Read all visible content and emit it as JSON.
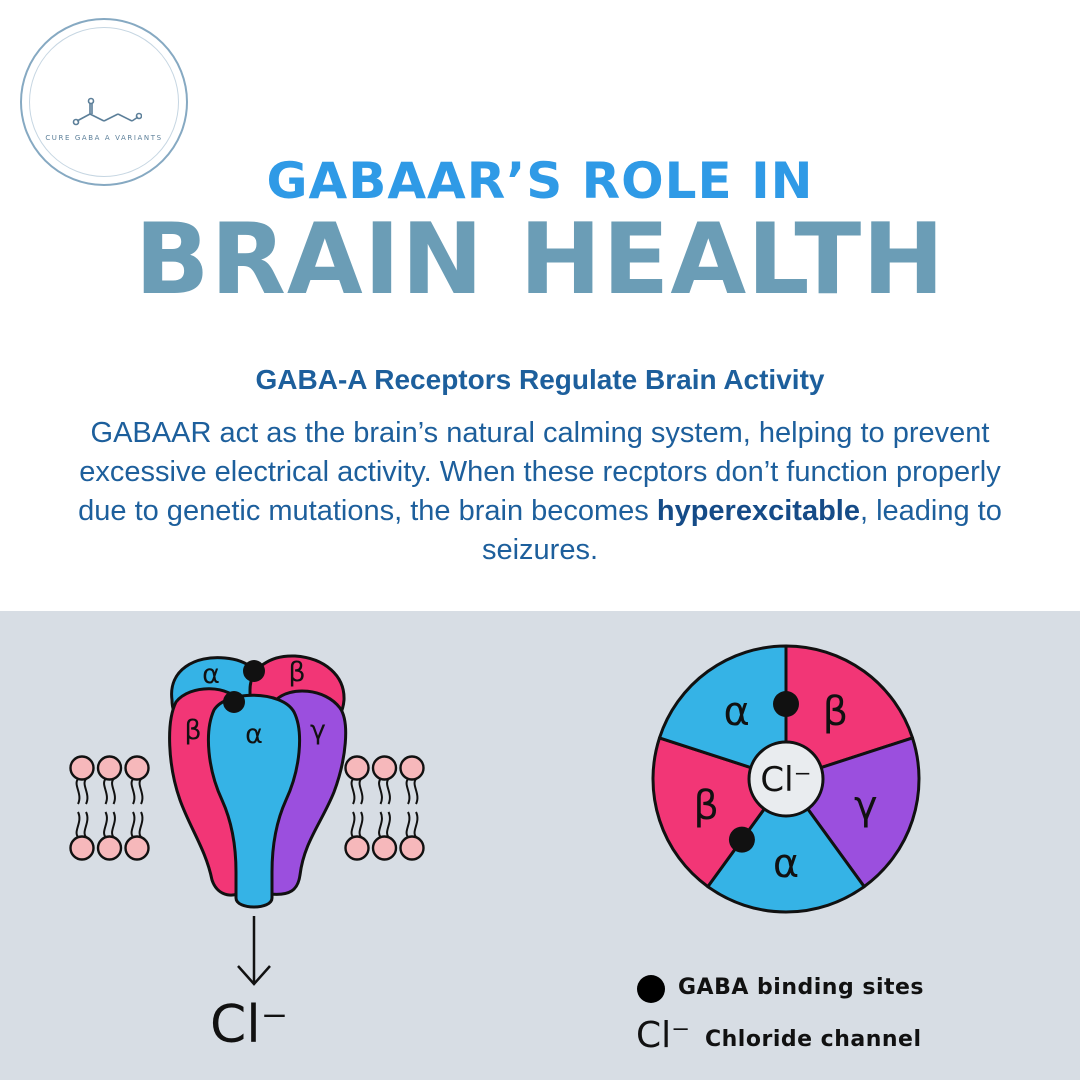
{
  "logo": {
    "text": "CURE GABA A VARIANTS",
    "icon": "molecule-icon"
  },
  "header": {
    "kicker": "GABAAR’S ROLE IN",
    "headline": "BRAIN HEALTH"
  },
  "section": {
    "subhead": "GABA-A Receptors Regulate Brain Activity",
    "body_1": "GABAAR act as the brain’s natural calming system, helping to prevent excessive electrical activity. When these recptors don’t function properly due to genetic mutations, the brain becomes ",
    "body_bold": "hyperexcitable",
    "body_2": ", leading to seizures."
  },
  "side_view": {
    "subunits": [
      "α",
      "β",
      "β",
      "α",
      "γ"
    ],
    "output_ion": "Cl⁻"
  },
  "top_view": {
    "subunits": [
      "α",
      "β",
      "γ",
      "α",
      "β"
    ],
    "center_label": "Cl⁻"
  },
  "legend": {
    "binding_sites": "GABA binding sites",
    "chloride_symbol": "Cl⁻",
    "chloride_channel": "Chloride channel"
  },
  "colors": {
    "alpha": "#35b3e6",
    "beta": "#f23676",
    "gamma": "#9b4fde",
    "lipid": "#f6b8bb",
    "panel": "#d7dde4",
    "kicker": "#2f9ae6",
    "headline": "#6b9db6",
    "text": "#1d5f9c"
  }
}
